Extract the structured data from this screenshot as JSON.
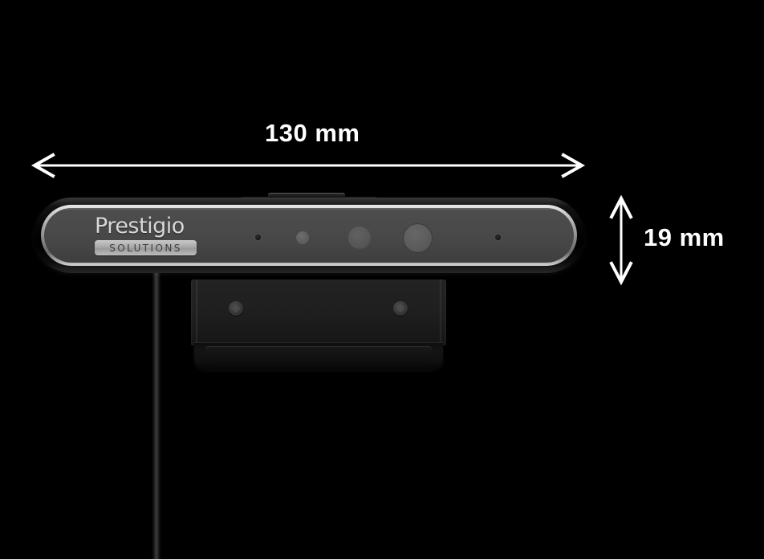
{
  "scene": {
    "background_color": "#000000",
    "subject": "Prestigio Solutions conference webcam, front view with dimension callouts"
  },
  "dimensions": {
    "width": {
      "value": "130 mm",
      "icon": "double-headed-horizontal-arrow",
      "orientation": "horizontal"
    },
    "height": {
      "value": "19 mm",
      "icon": "double-headed-vertical-arrow",
      "orientation": "vertical"
    }
  },
  "device": {
    "brand": "Prestigio",
    "sub_brand": "SOLUTIONS",
    "body_color": "#474747",
    "trim_color": "#bdbdbd",
    "shell_color": "#0a0a0a",
    "sensors": [
      {
        "name": "microphone-left",
        "type": "pinhole-microphone"
      },
      {
        "name": "ir-emitter",
        "type": "infrared-emitter"
      },
      {
        "name": "depth-sensor",
        "type": "depth-sensor"
      },
      {
        "name": "main-lens",
        "type": "main-camera-lens"
      },
      {
        "name": "microphone-right",
        "type": "pinhole-microphone"
      }
    ],
    "mount": {
      "name": "clip-bracket",
      "screws": 2,
      "color": "#1e1e1e"
    },
    "cable": {
      "name": "usb-cable",
      "color": "#2e2e2e"
    }
  }
}
